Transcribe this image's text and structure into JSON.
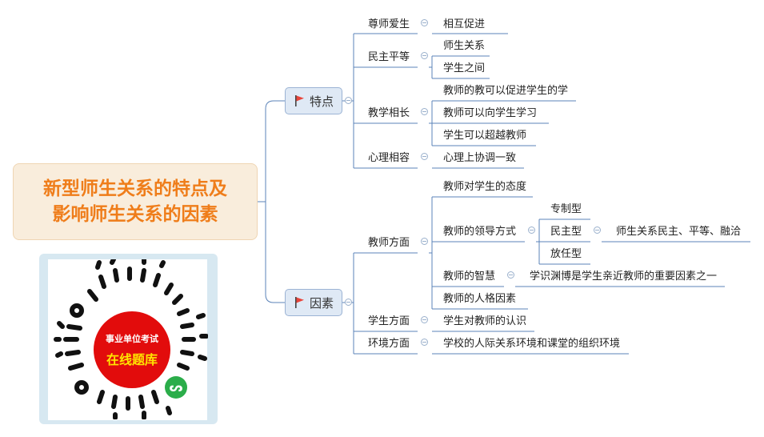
{
  "root": {
    "line1": "新型师生关系的特点及",
    "line2": "影响师生关系的因素"
  },
  "colors": {
    "root_text": "#ef7d1a",
    "root_bg": "#f9eddc",
    "branch_bg": "#dfe9f5",
    "line": "#5b83b8",
    "flag": "#e8443a"
  },
  "branches": [
    {
      "label": "特点",
      "icon": "red-flag-icon",
      "children": [
        {
          "label": "尊师爱生",
          "children": [
            {
              "label": "相互促进"
            }
          ]
        },
        {
          "label": "民主平等",
          "children": [
            {
              "label": "师生关系"
            },
            {
              "label": "学生之间"
            }
          ]
        },
        {
          "label": "教学相长",
          "children": [
            {
              "label": "教师的教可以促进学生的学"
            },
            {
              "label": "教师可以向学生学习"
            },
            {
              "label": "学生可以超越教师"
            }
          ]
        },
        {
          "label": "心理相容",
          "children": [
            {
              "label": "心理上协调一致"
            }
          ]
        }
      ]
    },
    {
      "label": "因素",
      "icon": "red-flag-icon",
      "children": [
        {
          "label": "教师方面",
          "children": [
            {
              "label": "教师对学生的态度"
            },
            {
              "label": "教师的领导方式",
              "children": [
                {
                  "label": "专制型"
                },
                {
                  "label": "民主型",
                  "children": [
                    {
                      "label": "师生关系民主、平等、融洽"
                    }
                  ]
                },
                {
                  "label": "放任型"
                }
              ]
            },
            {
              "label": "教师的智慧",
              "children": [
                {
                  "label": "学识渊博是学生亲近教师的重要因素之一"
                }
              ]
            },
            {
              "label": "教师的人格因素"
            }
          ]
        },
        {
          "label": "学生方面",
          "children": [
            {
              "label": "学生对教师的认识"
            }
          ]
        },
        {
          "label": "环境方面",
          "children": [
            {
              "label": "学校的人际关系环境和课堂的组织环境"
            }
          ]
        }
      ]
    }
  ],
  "qr": {
    "line1": "事业单位考试",
    "line2": "在线题库",
    "mini_icon": "mini-program-icon"
  }
}
